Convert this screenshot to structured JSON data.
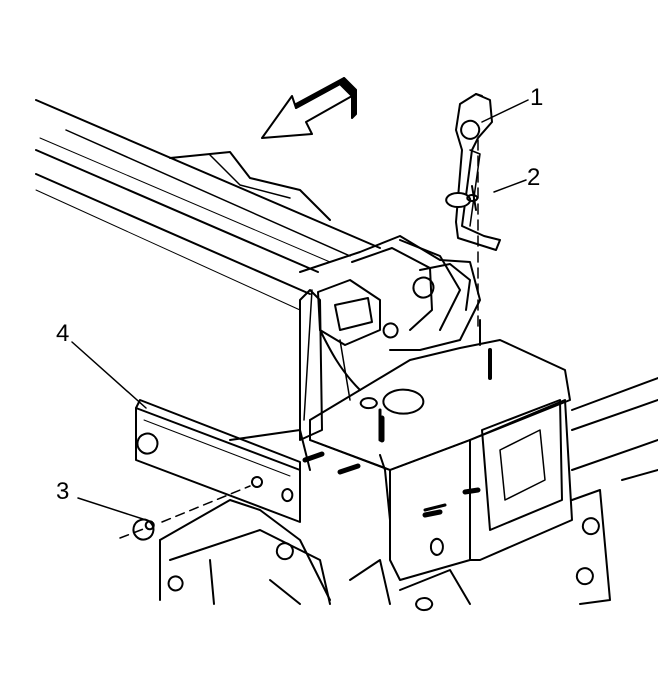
{
  "callouts": [
    {
      "id": "1",
      "label": "1"
    },
    {
      "id": "2",
      "label": "2"
    },
    {
      "id": "3",
      "label": "3"
    },
    {
      "id": "4",
      "label": "4"
    }
  ],
  "icons": {
    "direction": "direction-arrow-icon"
  }
}
